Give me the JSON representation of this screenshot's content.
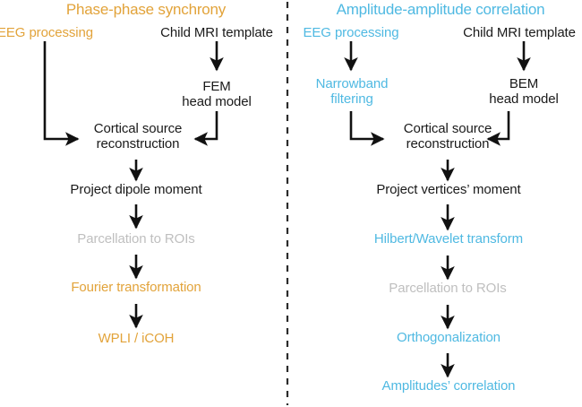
{
  "figure": {
    "background": "#ffffff",
    "divider": "dashed-vertical-line"
  },
  "colors": {
    "orange": "#e2a33a",
    "blue": "#4fb9e2",
    "grey": "#bfbfbf",
    "black": "#1a1a1a"
  },
  "panels": [
    {
      "id": "phase-phase",
      "title": "Phase-phase synchrony",
      "title_color": "#e2a33a",
      "nodes": [
        {
          "id": "eeg-processing",
          "label": "EEG processing",
          "color": "#e2a33a"
        },
        {
          "id": "child-mri-template",
          "label": "Child MRI template",
          "color": "#1a1a1a"
        },
        {
          "id": "fem-head-model",
          "label": "FEM\nhead model",
          "color": "#1a1a1a"
        },
        {
          "id": "cortical-source-recon",
          "label": "Cortical source\nreconstruction",
          "color": "#1a1a1a"
        },
        {
          "id": "project-dipole-moment",
          "label": "Project dipole moment",
          "color": "#1a1a1a"
        },
        {
          "id": "parcellation-to-rois",
          "label": "Parcellation to ROIs",
          "color": "#bfbfbf"
        },
        {
          "id": "fourier-transformation",
          "label": "Fourier transformation",
          "color": "#e2a33a"
        },
        {
          "id": "wpli-icoh",
          "label": "WPLI / iCOH",
          "color": "#e2a33a"
        }
      ]
    },
    {
      "id": "amplitude-amplitude",
      "title": "Amplitude-amplitude correlation",
      "title_color": "#4fb9e2",
      "nodes": [
        {
          "id": "eeg-processing",
          "label": "EEG processing",
          "color": "#4fb9e2"
        },
        {
          "id": "child-mri-template",
          "label": "Child MRI template",
          "color": "#1a1a1a"
        },
        {
          "id": "narrowband-filtering",
          "label": "Narrowband\nfiltering",
          "color": "#4fb9e2"
        },
        {
          "id": "bem-head-model",
          "label": "BEM\nhead model",
          "color": "#1a1a1a"
        },
        {
          "id": "cortical-source-recon",
          "label": "Cortical source\nreconstruction",
          "color": "#1a1a1a"
        },
        {
          "id": "project-vertices-moment",
          "label": "Project vertices’ moment",
          "color": "#1a1a1a"
        },
        {
          "id": "hilbert-wavelet-transform",
          "label": "Hilbert/Wavelet transform",
          "color": "#4fb9e2"
        },
        {
          "id": "parcellation-to-rois",
          "label": "Parcellation to ROIs",
          "color": "#bfbfbf"
        },
        {
          "id": "orthogonalization",
          "label": "Orthogonalization",
          "color": "#4fb9e2"
        },
        {
          "id": "amplitudes-correlation",
          "label": "Amplitudes’ correlation",
          "color": "#4fb9e2"
        }
      ]
    }
  ]
}
